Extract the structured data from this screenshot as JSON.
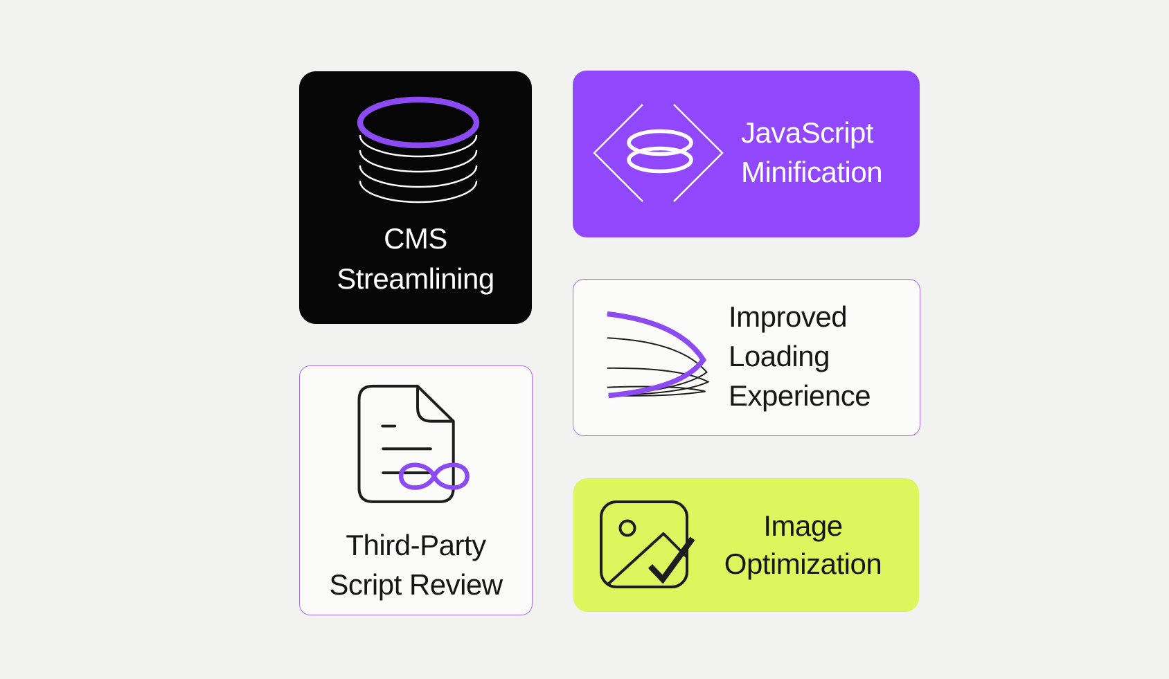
{
  "page": {
    "kind": "feature-card-grid",
    "background": "#f2f2f0"
  },
  "colors": {
    "background": "#f2f2f0",
    "black_card": "#060606",
    "purple_card": "#9147fc",
    "lime_card": "#ddf65e",
    "light_card": "#fbfbfa",
    "light_card_border": "#a76ef5",
    "purple_stroke": "#8c4af2",
    "dark_stroke": "#1d1d1d",
    "light_text": "#ffffff",
    "dark_text": "#161616"
  },
  "cards": [
    {
      "id": "cms-streamlining",
      "icon": "database-icon",
      "title_lines": [
        "CMS",
        "Streamlining"
      ],
      "background": "#060606",
      "text_color": "#ffffff"
    },
    {
      "id": "javascript-minification",
      "icon": "code-brackets-rings-icon",
      "title_lines": [
        "JavaScript",
        "Minification"
      ],
      "background": "#9147fc",
      "text_color": "#ffffff"
    },
    {
      "id": "improved-loading-experience",
      "icon": "speed-swoosh-icon",
      "title_lines": [
        "Improved",
        "Loading",
        "Experience"
      ],
      "background": "#fbfbfa",
      "text_color": "#161616"
    },
    {
      "id": "third-party-script-review",
      "icon": "document-infinity-icon",
      "title_lines": [
        "Third-Party",
        "Script Review"
      ],
      "background": "#fbfbfa",
      "text_color": "#161616"
    },
    {
      "id": "image-optimization",
      "icon": "image-checkmark-icon",
      "title_lines": [
        "Image",
        "Optimization"
      ],
      "background": "#ddf65e",
      "text_color": "#161616"
    }
  ]
}
